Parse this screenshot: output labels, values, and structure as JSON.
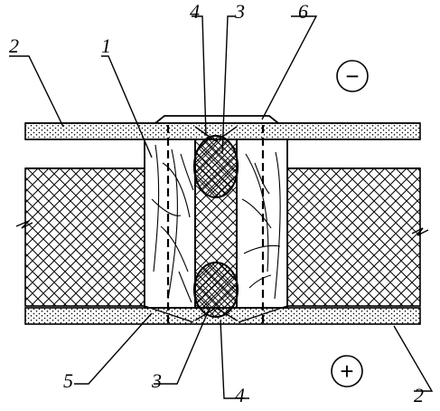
{
  "callouts": [
    {
      "id": "2",
      "text": "2"
    },
    {
      "id": "1",
      "text": "1"
    },
    {
      "id": "4",
      "text": "4"
    },
    {
      "id": "3",
      "text": "3"
    },
    {
      "id": "6",
      "text": "6"
    },
    {
      "id": "5",
      "text": "5"
    }
  ],
  "polarity": {
    "negative": "−",
    "positive": "+"
  },
  "colors": {
    "ink": "#000000",
    "paper": "#ffffff"
  }
}
